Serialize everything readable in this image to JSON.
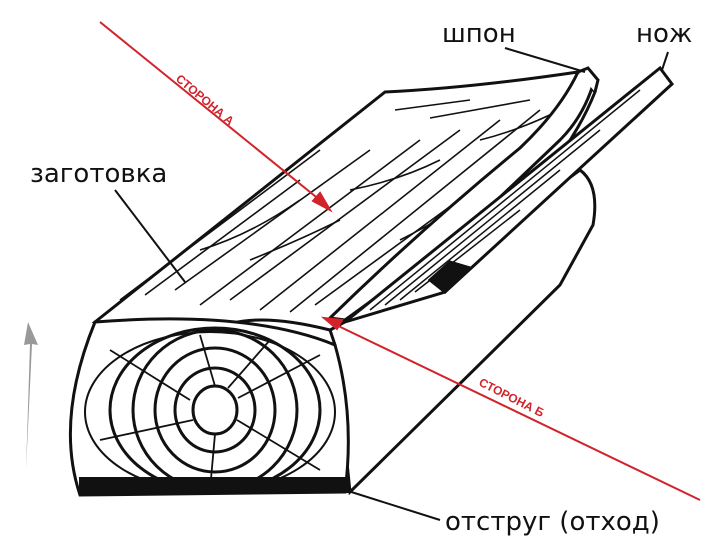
{
  "labels": {
    "veneer": "шпон",
    "knife": "нож",
    "workpiece": "заготовка",
    "waste": "отструг (отход)",
    "side_a": "СТОРОНА А",
    "side_b": "СТОРОНА Б"
  },
  "colors": {
    "ink": "#111111",
    "paper": "#ffffff",
    "arrow": "#d2232a"
  }
}
